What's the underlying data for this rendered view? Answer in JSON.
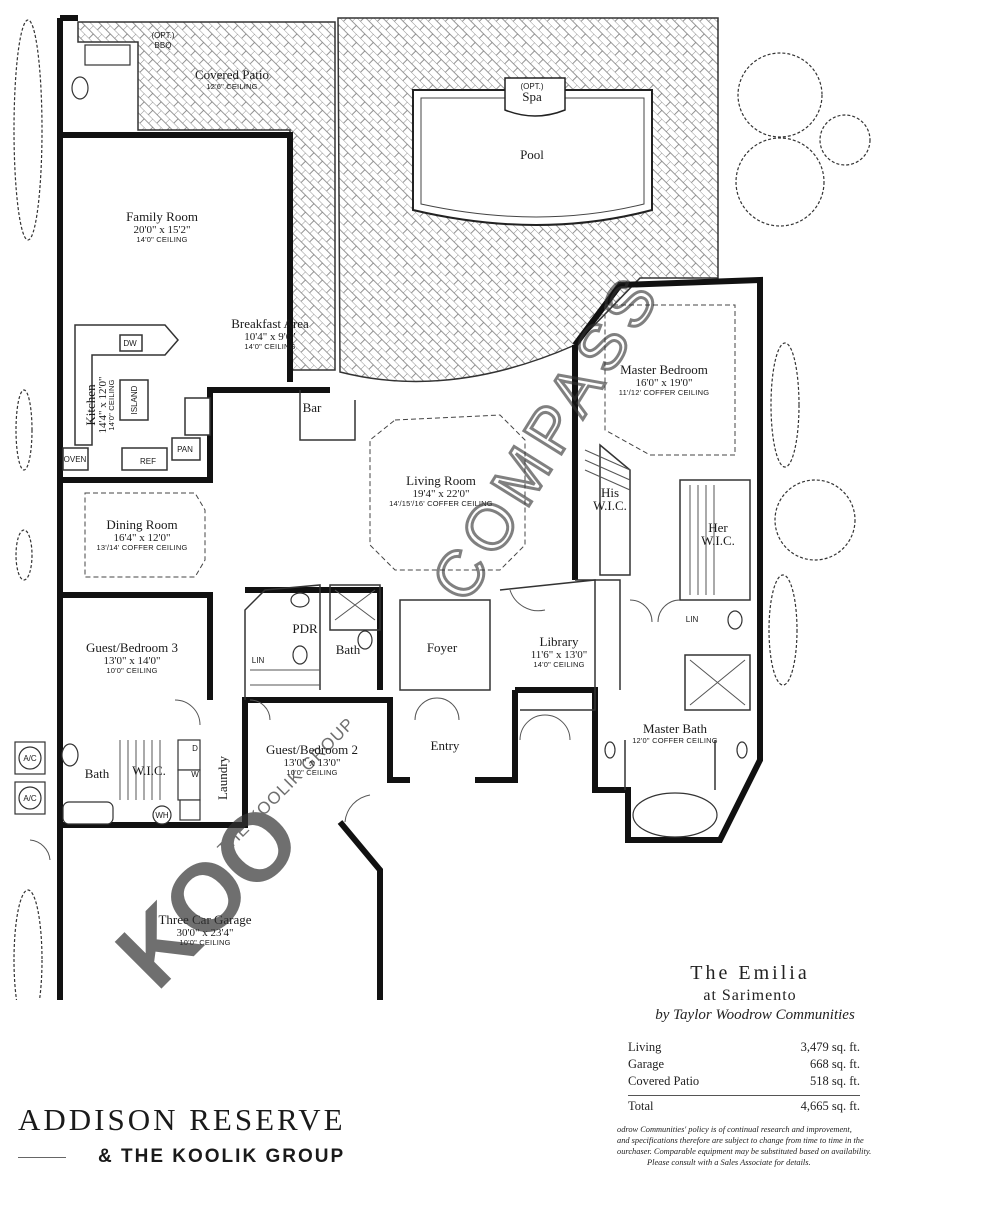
{
  "rooms": [
    {
      "key": "bbq",
      "label": "(OPT.)",
      "sub": "BBQ"
    },
    {
      "key": "covered_patio",
      "name": "Covered Patio",
      "ceiling": "12'6\" CEILING"
    },
    {
      "key": "spa",
      "label": "(OPT.)",
      "name": "Spa"
    },
    {
      "key": "pool",
      "name": "Pool"
    },
    {
      "key": "family_room",
      "name": "Family Room",
      "dims": "20'0\" x 15'2\"",
      "ceiling": "14'0\" CEILING"
    },
    {
      "key": "breakfast",
      "name": "Breakfast Area",
      "dims": "10'4\" x 9'6\"",
      "ceiling": "14'0\" CEILING"
    },
    {
      "key": "kitchen",
      "name": "Kitchen",
      "dims": "14'4\" x 12'0\"",
      "ceiling": "14'0\" CEILING"
    },
    {
      "key": "bar",
      "name": "Bar"
    },
    {
      "key": "living",
      "name": "Living Room",
      "dims": "19'4\" x 22'0\"",
      "ceiling": "14'/15'/16' COFFER CEILING"
    },
    {
      "key": "master_bed",
      "name": "Master Bedroom",
      "dims": "16'0\" x 19'0\"",
      "ceiling": "11'/12' COFFER CEILING"
    },
    {
      "key": "his_wic",
      "name": "His",
      "sub": "W.I.C."
    },
    {
      "key": "her_wic",
      "name": "Her",
      "sub": "W.I.C."
    },
    {
      "key": "dining",
      "name": "Dining Room",
      "dims": "16'4\" x 12'0\"",
      "ceiling": "13'/14' COFFER CEILING"
    },
    {
      "key": "pdr",
      "name": "PDR"
    },
    {
      "key": "bath_hall",
      "name": "Bath"
    },
    {
      "key": "foyer",
      "name": "Foyer"
    },
    {
      "key": "library",
      "name": "Library",
      "dims": "11'6\" x 13'0\"",
      "ceiling": "14'0\" CEILING"
    },
    {
      "key": "guest3",
      "name": "Guest/Bedroom 3",
      "dims": "13'0\" x 14'0\"",
      "ceiling": "10'0\" CEILING"
    },
    {
      "key": "guest2",
      "name": "Guest/Bedroom 2",
      "dims": "13'0\" x 13'0\"",
      "ceiling": "10'0\" CEILING"
    },
    {
      "key": "entry",
      "name": "Entry"
    },
    {
      "key": "master_bath",
      "name": "Master Bath",
      "ceiling": "12'0\" COFFER CEILING"
    },
    {
      "key": "bath3",
      "name": "Bath"
    },
    {
      "key": "wic3",
      "name": "W.I.C."
    },
    {
      "key": "laundry",
      "name": "Laundry"
    },
    {
      "key": "garage",
      "name": "Three Car Garage",
      "dims": "30'0\" x 23'4\"",
      "ceiling": "10'0\" CEILING"
    }
  ],
  "fixtures": {
    "dw": "DW",
    "island": "ISLAND",
    "oven": "OVEN",
    "ref": "REF",
    "pan": "PAN",
    "lin": "LIN",
    "lin2": "LIN",
    "d": "D",
    "w": "W",
    "wh": "WH",
    "ac1": "A/C",
    "ac2": "A/C"
  },
  "watermarks": {
    "compass": "COMPASS",
    "koo": "KOO",
    "koolik_group": "THE KOOLIK GROUP"
  },
  "plan": {
    "name": "The Emilia",
    "community": "at Sarimento",
    "builder": "by Taylor Woodrow Communities"
  },
  "areas": [
    {
      "label": "Living",
      "value": "3,479 sq. ft."
    },
    {
      "label": "Garage",
      "value": "668 sq. ft."
    },
    {
      "label": "Covered Patio",
      "value": "518 sq. ft."
    }
  ],
  "total": {
    "label": "Total",
    "value": "4,665 sq. ft."
  },
  "disclaimer": [
    "odrow Communities' policy is of continual research and improvement,",
    "and specifications therefore are subject to change from time to time in the",
    "ourchaser. Comparable equipment may be substituted based on availability.",
    "Please consult with a Sales Associate for details."
  ],
  "branding": {
    "line1": "ADDISON RESERVE",
    "line2": "& THE KOOLIK GROUP"
  }
}
